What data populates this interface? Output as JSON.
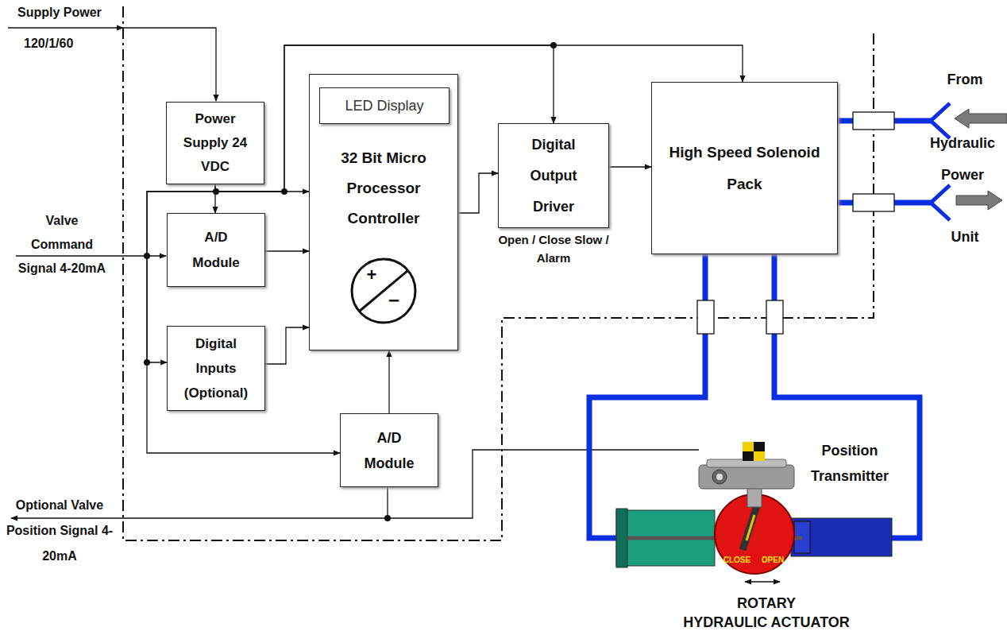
{
  "diagram": {
    "nodes": [
      {
        "text": [
          "Power Supply 24 VDC"
        ]
      },
      {
        "text": [
          "A/D Module"
        ]
      },
      {
        "text": [
          "32 Bit Micro Processor Controller"
        ]
      },
      {
        "text": [
          "LED Display"
        ],
        "in": 2
      },
      {
        "text": [
          "Digital Inputs (Optional)"
        ]
      },
      {
        "text": [
          "A/D Module"
        ]
      },
      {
        "text": [
          "Digital Output Driver"
        ]
      },
      {
        "text": [
          "High Speed Solenoid Pack"
        ]
      }
    ],
    "edges": [
      {
        "from": 0,
        "to": 1,
        "arrow": "to"
      },
      {
        "from": 0,
        "to": 2,
        "arrow": "to"
      },
      {
        "from": 0,
        "to": 4,
        "arrow": "to"
      },
      {
        "from": 0,
        "to": 5,
        "arrow": "to"
      },
      {
        "from": 0,
        "to": 6,
        "arrow": "to"
      },
      {
        "from": 0,
        "to": 7,
        "arrow": "to"
      },
      {
        "from": 1,
        "to": 2,
        "arrow": "to"
      },
      {
        "from": 4,
        "to": 2,
        "arrow": "to"
      },
      {
        "from": 5,
        "to": 2,
        "arrow": "to"
      },
      {
        "from": 2,
        "to": 6,
        "arrow": "to"
      },
      {
        "from": 6,
        "to": 7,
        "arrow": "to"
      }
    ],
    "labels": [
      "Supply Power",
      "120/1/60",
      "Valve Command Signal 4-20mA",
      "Open / Close Slow / Alarm",
      "+",
      "−",
      "From",
      "Hydraulic",
      "Power",
      "Unit",
      "Position Transmitter",
      "Optional Valve Position Signal 4-20mA",
      "CLOSE",
      "OPEN",
      "ROTARY",
      "HYDRAULIC ACTUATOR"
    ]
  }
}
